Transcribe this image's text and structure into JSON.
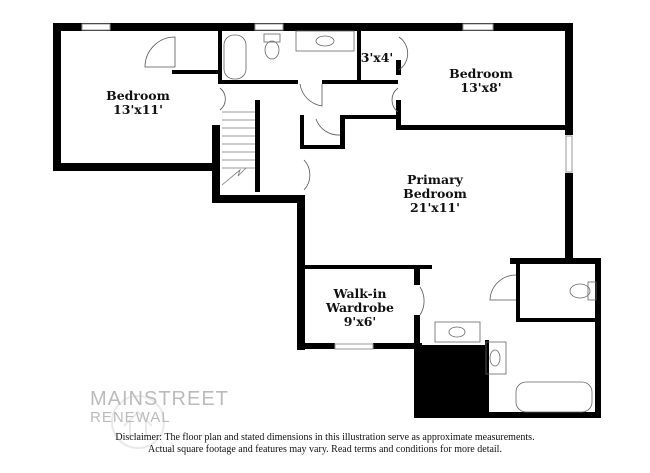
{
  "rooms": {
    "bedroom_left": {
      "name": "Bedroom",
      "size": "13'x11'"
    },
    "closet": {
      "size": "3'x4'"
    },
    "bedroom_right": {
      "name": "Bedroom",
      "size": "13'x8'"
    },
    "primary": {
      "name_line1": "Primary",
      "name_line2": "Bedroom",
      "size": "21'x11'"
    },
    "wardrobe": {
      "name_line1": "Walk-in",
      "name_line2": "Wardrobe",
      "size": "9'x6'"
    }
  },
  "logo": {
    "line1": "MAINSTREET",
    "line2": "RENEWAL"
  },
  "disclaimer": {
    "line1": "Disclaimer: The floor plan and stated dimensions in this illustration serve as approximate measurements.",
    "line2": "Actual square footage and features may vary. Read terms and conditions for more detail."
  },
  "colors": {
    "wall": "#000000",
    "window": "#cccccc"
  }
}
